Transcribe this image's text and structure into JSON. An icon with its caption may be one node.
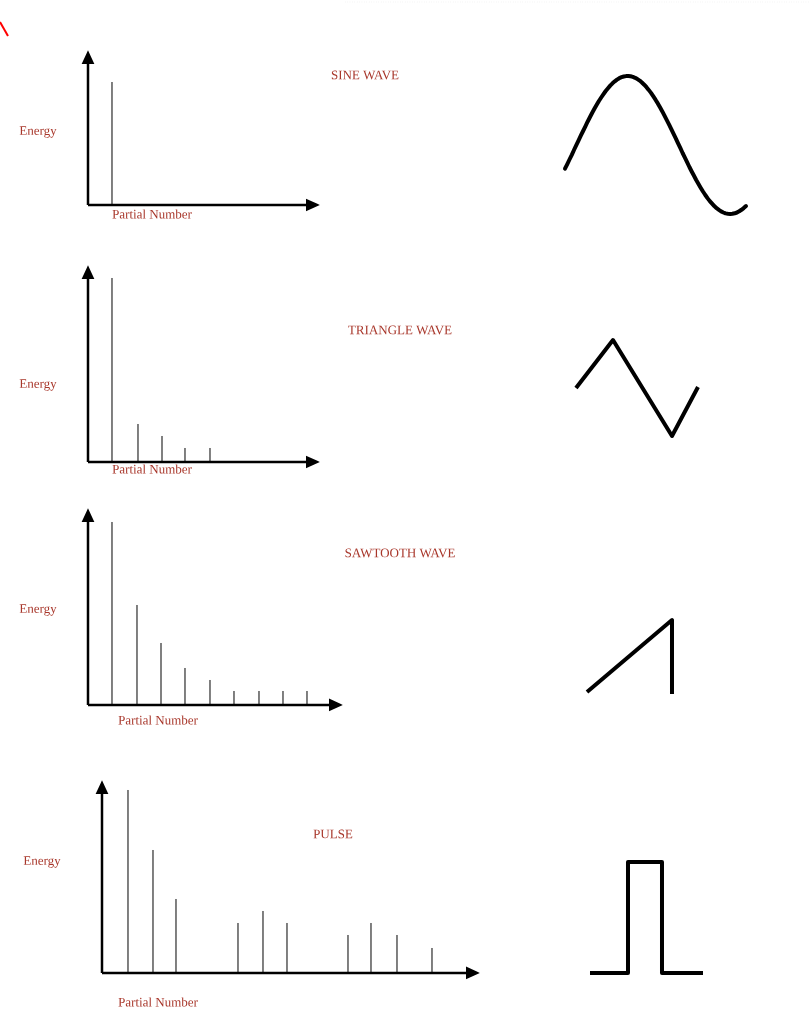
{
  "diagram": {
    "labels": [
      "SINE WAVE",
      "Energy",
      "Partial Number",
      "TRIANGLE WAVE",
      "Energy",
      "Partial Number",
      "SAWTOOTH WAVE",
      "Energy",
      "Partial Number",
      "PULSE",
      "Energy",
      "Partial Number"
    ]
  }
}
